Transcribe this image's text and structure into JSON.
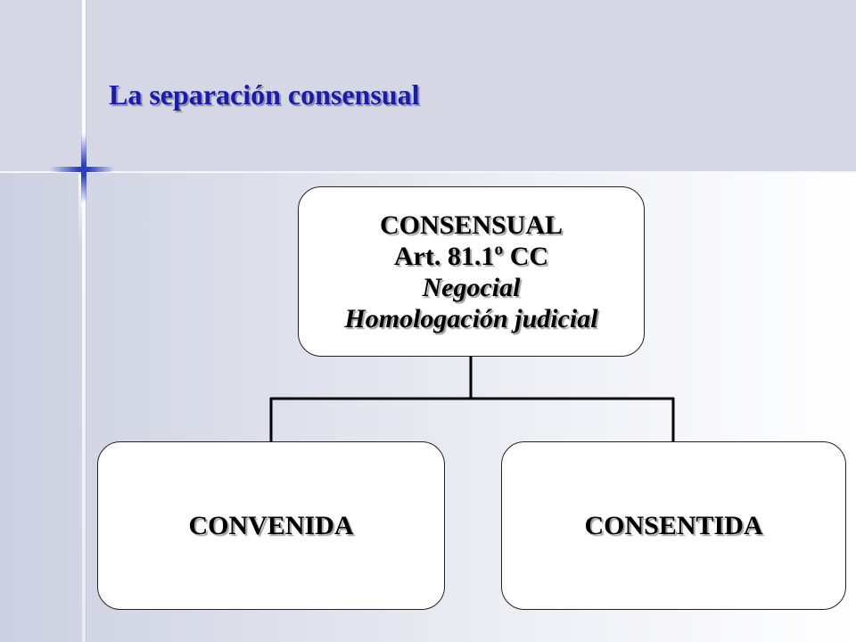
{
  "slide": {
    "title": "La separación consensual"
  },
  "diagram": {
    "root": {
      "line1": "CONSENSUAL",
      "line2": "Art. 81.1º CC",
      "line3": "Negocial",
      "line4": "Homologación judicial"
    },
    "children": [
      {
        "label": "CONVENIDA"
      },
      {
        "label": "CONSENTIDA"
      }
    ]
  },
  "colors": {
    "title": "#1a1ab0",
    "accent_cross": "#2a3fc4",
    "header_band": "#d5d8e4",
    "node_border": "#222222"
  }
}
